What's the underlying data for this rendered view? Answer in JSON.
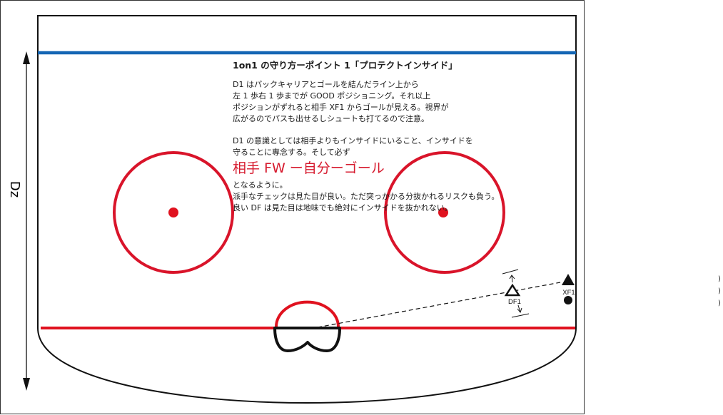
{
  "title": "1on1 の守り方ーポイント 1「プロテクトインサイド」",
  "paragraph1": [
    "D1 はパックキャリアとゴールを結んだライン上から",
    "左 1 歩右 1 歩までが GOOD ポジショニング。それ以上",
    "ポジションがずれると相手 XF1 からゴールが見える。視界が",
    "広がるのでパスも出せるしシュートも打てるので注意。"
  ],
  "paragraph2": [
    "D1 の意識としては相手よりもインサイドにいること、インサイドを",
    "守ることに専念する。そして必ず"
  ],
  "emphasis": "相手 FW ー自分ーゴール",
  "paragraph3": [
    "となるように。",
    "派手なチェックは見た目が良い。ただ突っかかる分抜かれるリスクも負う。",
    "良い DF は見た目は地味でも絶対にインサイドを抜かれない。"
  ],
  "zone_label": "Dz",
  "players": {
    "defender": "DF1",
    "attacker": "XF1"
  },
  "right_marks": [
    ")",
    ")",
    ")"
  ],
  "colors": {
    "blue_line": "#1466b4",
    "red_line": "#e0121f",
    "face_off_circle": "#d9142a",
    "text_red": "#d61a2e",
    "outline": "#111111"
  }
}
